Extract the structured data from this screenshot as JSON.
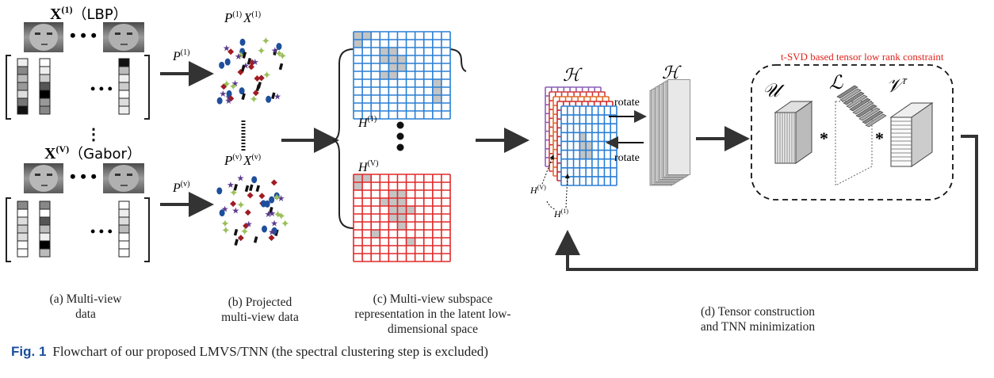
{
  "panel_a": {
    "view1_label": "X(1)(LBP)",
    "view1_x": "X",
    "view1_sup": "(1)",
    "view1_desc": "（LBP）",
    "viewv_x": "X",
    "viewv_sup": "(V)",
    "viewv_desc": "（Gabor）",
    "caption_line1": "(a) Multi-view",
    "caption_line2": "data"
  },
  "panel_b": {
    "proj1_label": "P",
    "proj1_sup": "(1)",
    "projv_sup": "(v)",
    "top_title_p": "P",
    "top_title_x": "X",
    "caption_line1": "(b) Projected",
    "caption_line2": "multi-view data"
  },
  "panel_c": {
    "h1_label": "H",
    "h1_sup": "(1)",
    "hv_label": "H",
    "hv_sup": "(V)",
    "caption_line1": "(c) Multi-view subspace",
    "caption_line2": "representation in the latent low-",
    "caption_line3": "dimensional space"
  },
  "panel_d": {
    "tensor_symbol": "ℋ",
    "rotate_top": "rotate",
    "rotate_bottom": "rotate",
    "constraint_title": "t-SVD based tensor low rank constraint",
    "u_symbol": "𝒰",
    "l_symbol": "ℒ",
    "v_symbol": "𝒱",
    "v_sup": "T",
    "star": "*",
    "hv_small": "H",
    "hv_small_sup": "(V)",
    "h1_small": "H",
    "h1_small_sup": "(1)",
    "caption_line1": "(d) Tensor construction",
    "caption_line2": "and TNN minimization"
  },
  "figure_caption": {
    "label": "Fig. 1",
    "text": "Flowchart of our proposed LMVS/TNN (the spectral clustering step is excluded)"
  },
  "colors": {
    "blue_grid": "#2a7fd4",
    "red_grid": "#e02828",
    "constraint_red": "#e0241c",
    "arrow": "#333333"
  }
}
